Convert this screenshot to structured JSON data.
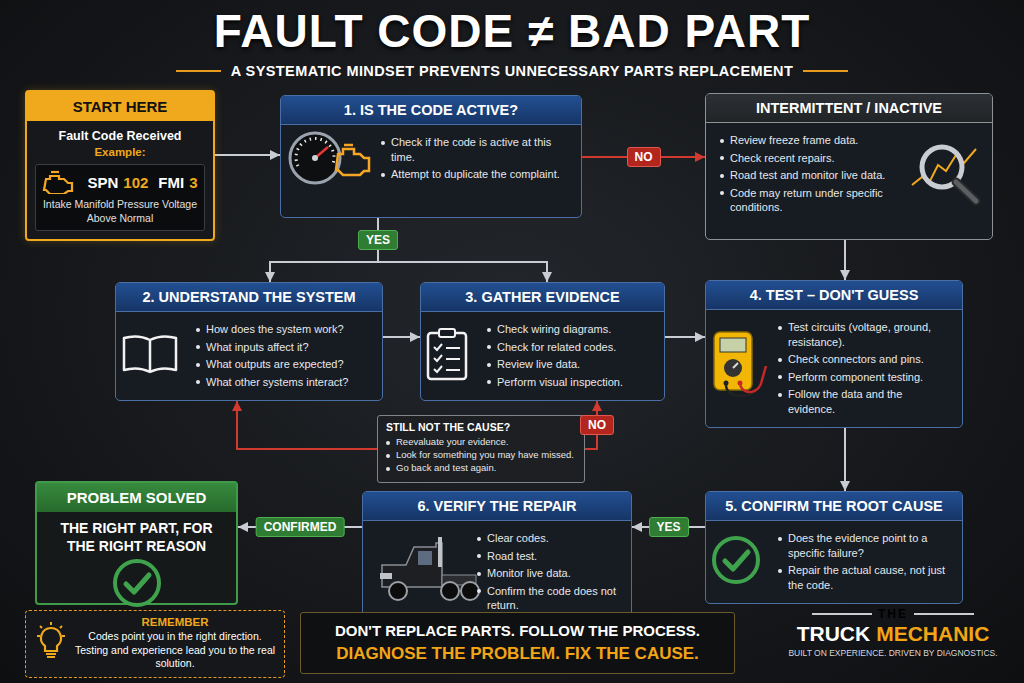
{
  "diagram": {
    "title": "FAULT CODE ≠ BAD PART",
    "nodes": [
      {
        "text": [
          "START HERE",
          "Fault Code Received",
          "Example:"
        ]
      },
      {
        "text": [
          "SPN",
          "102",
          "FMI",
          "3",
          "Intake Manifold Pressure Voltage Above Normal"
        ],
        "in": 0
      },
      {
        "text": [
          "1. IS THE CODE ACTIVE?",
          "Check if the code is active at this time.",
          "Attempt to duplicate the complaint."
        ]
      },
      {
        "text": [
          "INTERMITTENT / INACTIVE",
          "Review freeze frame data.",
          "Check recent repairs.",
          "Road test and monitor live data.",
          "Code may return under specific conditions."
        ]
      },
      {
        "text": [
          "2. UNDERSTAND THE SYSTEM",
          "How does the system work?",
          "What inputs affect it?",
          "What outputs are expected?",
          "What other systems interact?"
        ]
      },
      {
        "text": [
          "3. GATHER EVIDENCE",
          "Check wiring diagrams.",
          "Check for related codes.",
          "Review live data.",
          "Perform visual inspection."
        ]
      },
      {
        "text": [
          "4. TEST – DON'T GUESS",
          "Test circuits (voltage, ground, resistance).",
          "Check connectors and pins.",
          "Perform component testing.",
          "Follow the data and the evidence."
        ]
      },
      {
        "text": [
          "STILL NOT THE CAUSE?",
          "Reevaluate your evidence.",
          "Look for something you may have missed.",
          "Go back and test again."
        ]
      },
      {
        "text": [
          "5. CONFIRM THE ROOT CAUSE",
          "Does the evidence point to a specific failure?",
          "Repair the actual cause, not just the code."
        ]
      },
      {
        "text": [
          "6. VERIFY THE REPAIR",
          "Clear codes.",
          "Road test.",
          "Monitor live data.",
          "Confirm the code does not return."
        ]
      },
      {
        "text": [
          "PROBLEM SOLVED",
          "THE RIGHT PART, FOR THE RIGHT REASON"
        ]
      },
      {
        "text": [
          "REMEMBER",
          "Codes point you in the right direction. Testing and experience lead you to the real solution."
        ]
      },
      {
        "text": [
          "DON'T REPLACE PARTS. FOLLOW THE PROCESS.",
          "DIAGNOSE THE PROBLEM. FIX THE CAUSE."
        ]
      }
    ],
    "edges": [
      {
        "from": 0,
        "to": 2,
        "arrow": "to"
      },
      {
        "from": 2,
        "to": 3,
        "label": "NO",
        "arrow": "to"
      },
      {
        "from": 2,
        "to": 4,
        "label": "YES",
        "arrow": "to"
      },
      {
        "from": 2,
        "to": 5,
        "arrow": "to"
      },
      {
        "from": 4,
        "to": 5,
        "arrow": "to"
      },
      {
        "from": 5,
        "to": 6,
        "arrow": "to"
      },
      {
        "from": 3,
        "to": 6,
        "arrow": "to"
      },
      {
        "from": 6,
        "to": 8,
        "arrow": "to"
      },
      {
        "from": 8,
        "to": 9,
        "label": "YES",
        "arrow": "to"
      },
      {
        "from": 9,
        "to": 10,
        "label": "CONFIRMED",
        "arrow": "to"
      },
      {
        "from": 7,
        "to": 5,
        "label": "NO",
        "arrow": "to"
      },
      {
        "from": 7,
        "to": 4,
        "arrow": "to"
      }
    ],
    "labels": [
      "A SYSTEMATIC MINDSET PREVENTS UNNECESSARY PARTS REPLACEMENT",
      "THE",
      "TRUCK",
      "MECHANIC",
      "BUILT ON EXPERIENCE. DRIVEN BY DIAGNOSTICS."
    ]
  }
}
